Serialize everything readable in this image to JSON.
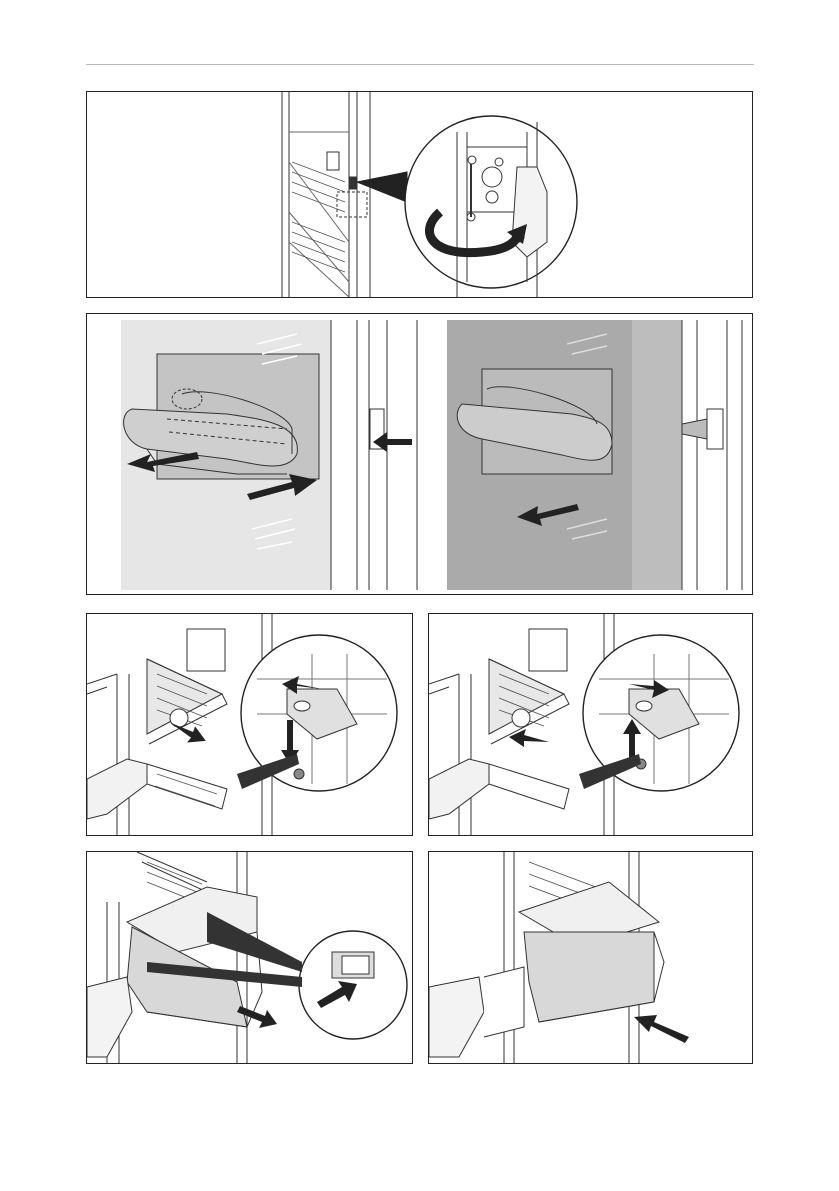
{
  "page": {
    "rule_color": "#b8b8b8",
    "panel_border": "#222222",
    "line_color": "#333333",
    "shade_light": "#e6e6e6",
    "shade_mid": "#cfcfcf",
    "shade_dark": "#aaaaaa"
  },
  "figures": [
    {
      "id": "p1",
      "content": "hinge-adjust-illustration"
    },
    {
      "id": "p2",
      "content": "door-handle-remove-illustration"
    },
    {
      "id": "p3",
      "content": "shelf-lock-release-illustration"
    },
    {
      "id": "p4",
      "content": "shelf-lock-engage-illustration"
    },
    {
      "id": "p5",
      "content": "drawer-remove-illustration"
    },
    {
      "id": "p6",
      "content": "drawer-insert-illustration"
    }
  ]
}
